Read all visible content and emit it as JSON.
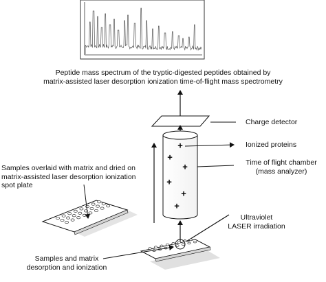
{
  "spectrum": {
    "caption_line1": "Peptide mass spectrum of the tryptic-digested peptides obtained by",
    "caption_line2": "matrix-assisted laser desorption ionization time-of-flight mass spectrometry"
  },
  "labels": {
    "charge_detector": "Charge detector",
    "ionized_proteins": "Ionized proteins",
    "tof_chamber_line1": "Time of flight chamber",
    "tof_chamber_line2": "(mass analyzer)",
    "samples_line1": "Samples overlaid with matrix and dried on",
    "samples_line2": "matrix-assisted laser desorption ionization",
    "samples_line3": "spot plate",
    "uv_line1": "Ultraviolet",
    "uv_line2": "LASER irradiation",
    "desorption_line1": "Samples and matrix",
    "desorption_line2": "desorption and ionization"
  },
  "tube_symbols": [
    "+",
    "+",
    "+",
    "+",
    "+",
    "+"
  ]
}
